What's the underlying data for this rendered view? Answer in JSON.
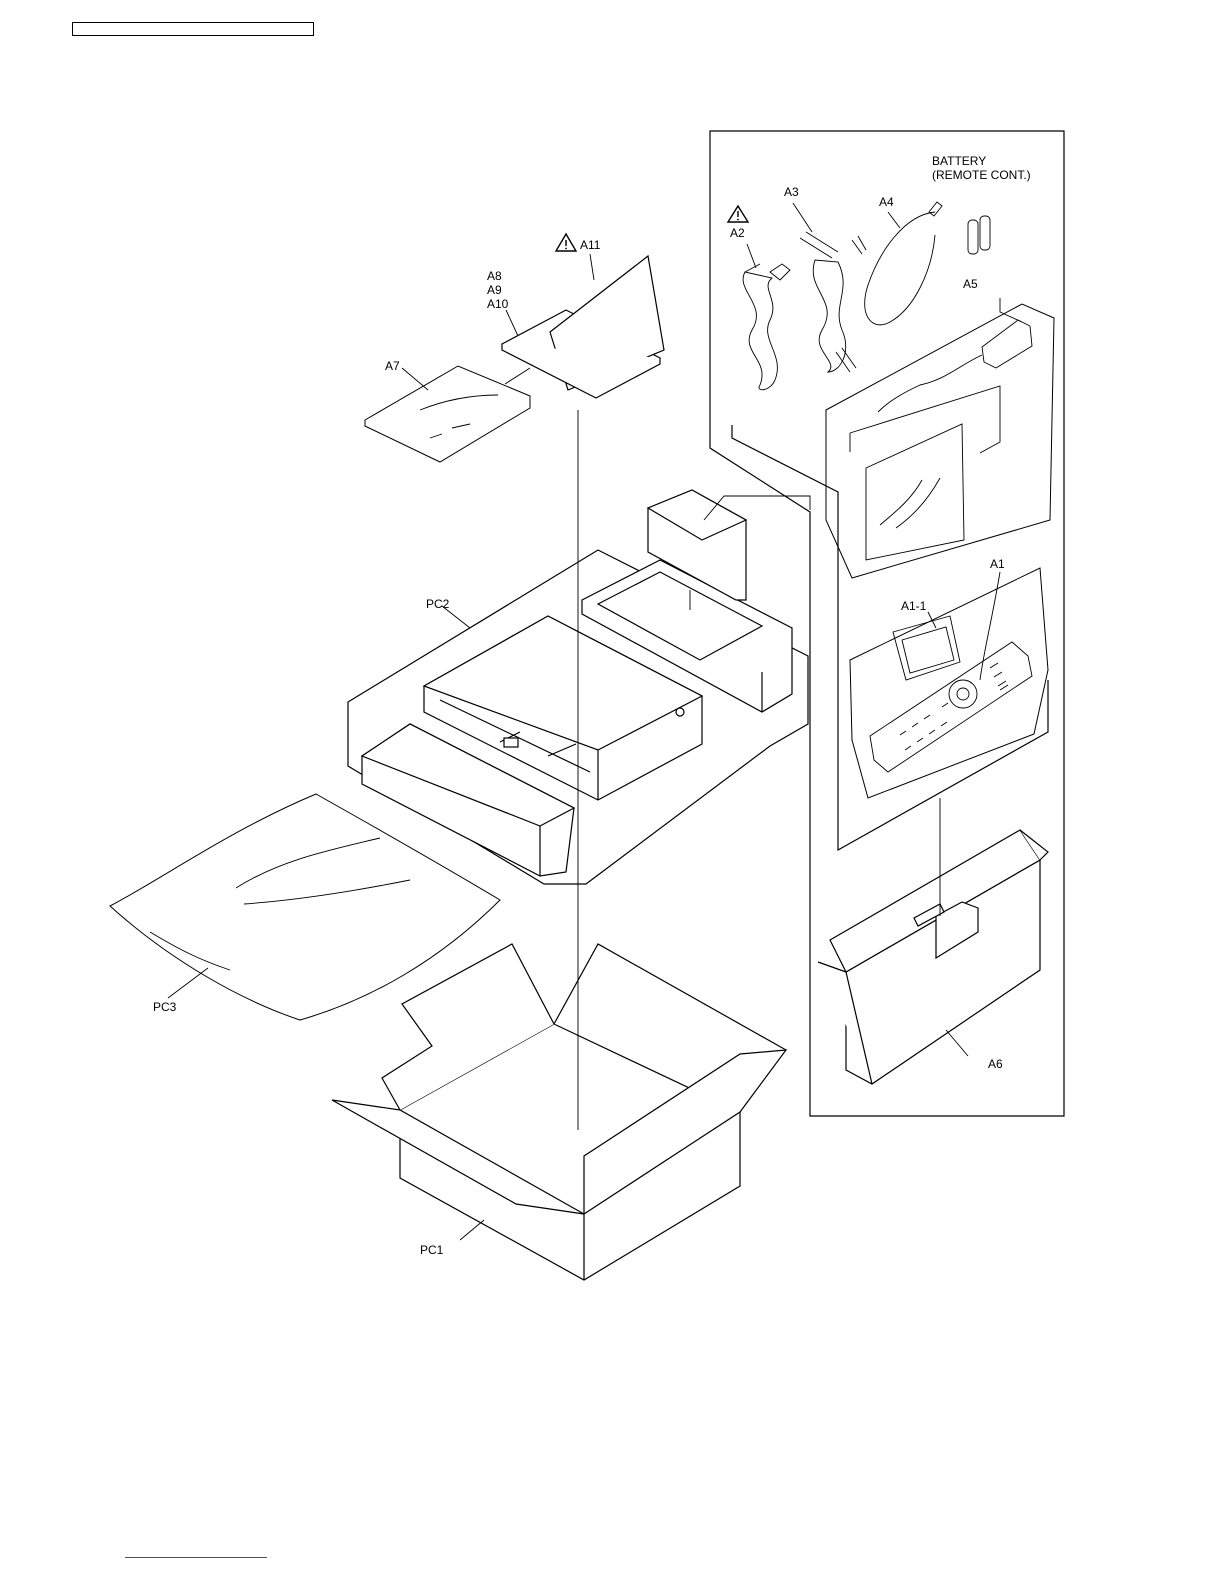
{
  "labels": {
    "battery_line1": "BATTERY",
    "battery_line2": "(REMOTE CONT.)",
    "a1": "A1",
    "a1_1": "A1-1",
    "a2": "A2",
    "a3": "A3",
    "a4": "A4",
    "a5": "A5",
    "a6": "A6",
    "a7": "A7",
    "a8": "A8",
    "a9": "A9",
    "a10": "A10",
    "a11": "A11",
    "pc1": "PC1",
    "pc2": "PC2",
    "pc3": "PC3"
  },
  "icons": {
    "safety_warning": "warning-triangle-icon"
  }
}
